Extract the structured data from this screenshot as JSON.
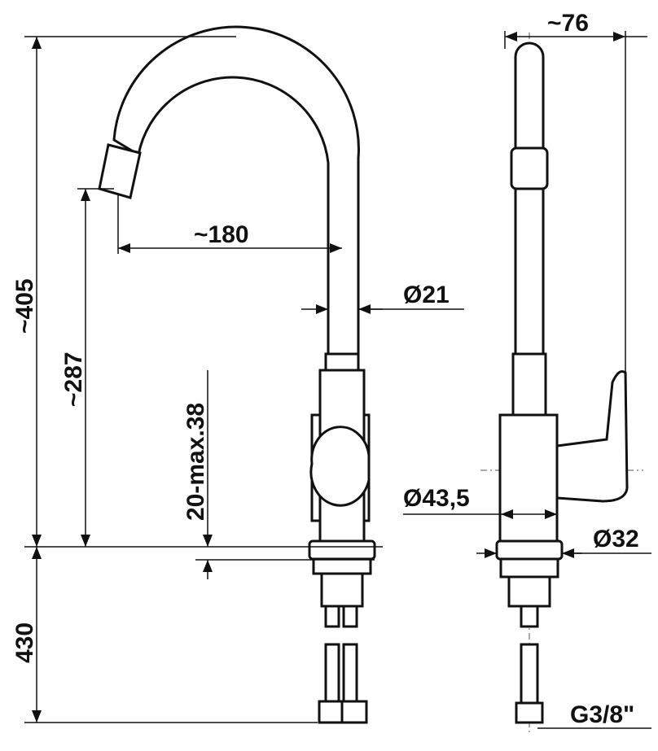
{
  "title": "Kitchen faucet dimension drawing",
  "dimensions": {
    "total_height": "~405",
    "spout_height": "~287",
    "spout_reach": "~180",
    "spout_diameter": "Ø21",
    "counter_thickness": "20-max.38",
    "hose_length": "430",
    "side_depth": "~76",
    "body_diameter": "Ø43,5",
    "hole_diameter": "Ø32",
    "thread": "G3/8\""
  }
}
